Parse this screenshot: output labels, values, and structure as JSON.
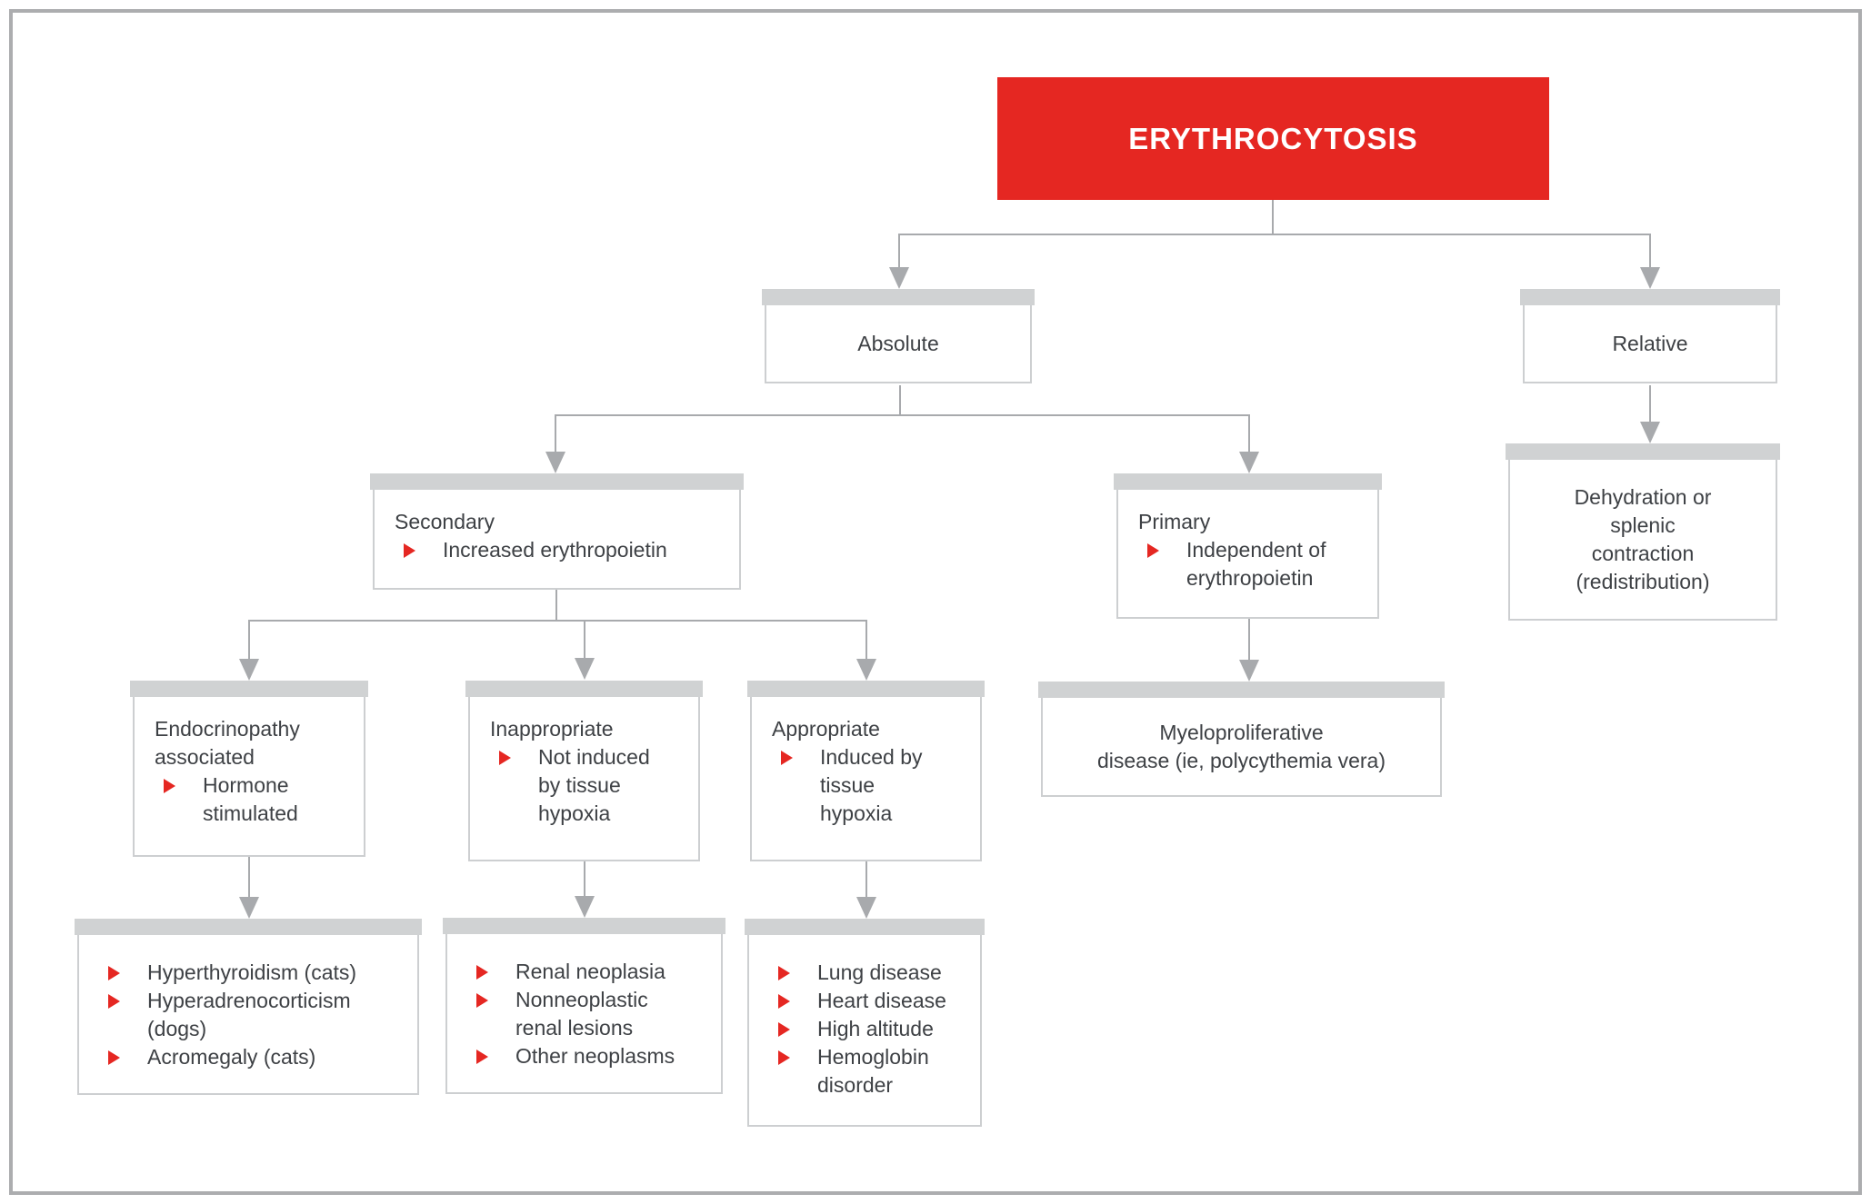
{
  "diagram_title": "ERYTHROCYTOSIS",
  "colors": {
    "accent_red": "#E52722",
    "node_bar_gray": "#D0D2D3",
    "connector_gray": "#A8AAAD",
    "text_dark": "#3E4145",
    "frame_border_gray": "#ACADAF"
  },
  "nodes": {
    "absolute": {
      "label": "Absolute"
    },
    "relative": {
      "label": "Relative"
    },
    "secondary": {
      "heading": "Secondary",
      "bullets": [
        "Increased erythropoietin"
      ]
    },
    "primary": {
      "heading": "Primary",
      "bullets": [
        "Independent of\nerythropoietin"
      ]
    },
    "dehydration": {
      "label": "Dehydration or\nsplenic\ncontraction\n(redistribution)"
    },
    "endocrinopathy": {
      "heading": "Endocrinopathy\nassociated",
      "bullets": [
        "Hormone\nstimulated"
      ]
    },
    "inappropriate": {
      "heading": "Inappropriate",
      "bullets": [
        "Not induced\nby tissue\nhypoxia"
      ]
    },
    "appropriate": {
      "heading": "Appropriate",
      "bullets": [
        "Induced by\ntissue\nhypoxia"
      ]
    },
    "myeloproliferative": {
      "label": "Myeloproliferative\ndisease (ie, polycythemia vera)"
    },
    "endocrine_causes": {
      "bullets": [
        "Hyperthyroidism (cats)",
        "Hyperadrenocorticism\n(dogs)",
        "Acromegaly (cats)"
      ]
    },
    "renal_causes": {
      "bullets": [
        "Renal neoplasia",
        "Nonneoplastic\nrenal lesions",
        "Other neoplasms"
      ]
    },
    "hypoxia_causes": {
      "bullets": [
        "Lung disease",
        "Heart disease",
        "High altitude",
        "Hemoglobin\ndisorder"
      ]
    }
  }
}
